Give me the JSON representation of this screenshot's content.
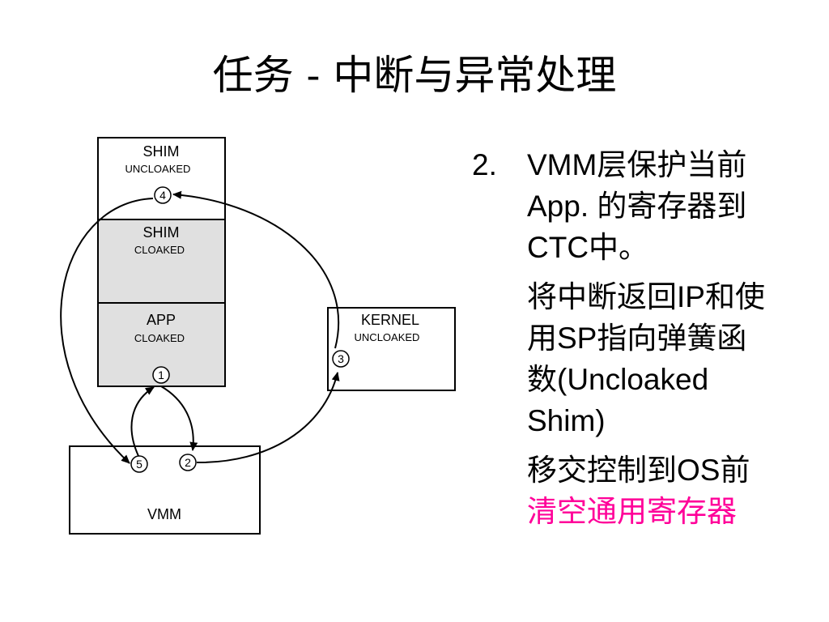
{
  "slide": {
    "title": "任务 - 中断与异常处理"
  },
  "diagram": {
    "boxes": {
      "shim_uncloaked": {
        "title": "SHIM",
        "sub": "UNCLOAKED"
      },
      "shim_cloaked": {
        "title": "SHIM",
        "sub": "CLOAKED"
      },
      "app_cloaked": {
        "title": "APP",
        "sub": "CLOAKED"
      },
      "kernel_uncloaked": {
        "title": "KERNEL",
        "sub": "UNCLOAKED"
      },
      "vmm": {
        "title": "VMM"
      }
    },
    "steps": {
      "s1": "1",
      "s2": "2",
      "s3": "3",
      "s4": "4",
      "s5": "5"
    },
    "colors": {
      "cloaked_fill": "#e0e0e0",
      "uncloaked_fill": "#ffffff",
      "line": "#000000"
    }
  },
  "content": {
    "item_number": "2.",
    "lines": {
      "l1": "VMM层保护当前",
      "l2": "App. 的寄存器到",
      "l3": "CTC中。",
      "l4": "将中断返回IP和使",
      "l5": "用SP指向弹簧函",
      "l6": "数(Uncloaked",
      "l7": "Shim)",
      "l8": "移交控制到OS前",
      "l9": "清空通用寄存器"
    },
    "highlight_color": "#ff0099"
  }
}
